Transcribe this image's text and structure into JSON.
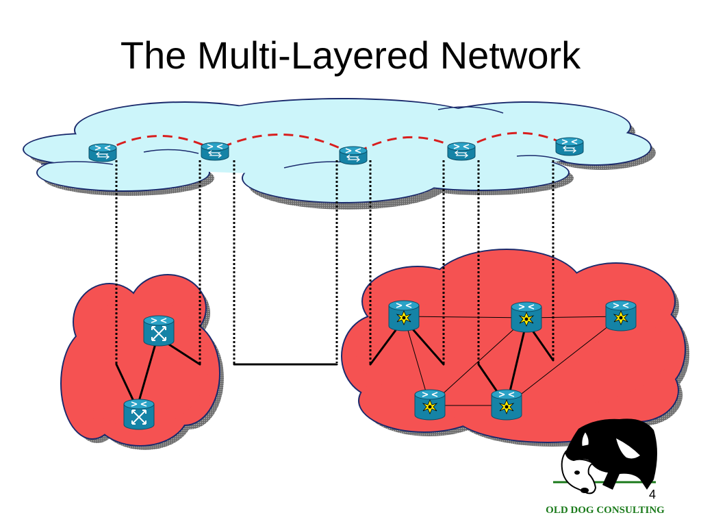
{
  "slide": {
    "title": "The Multi-Layered Network",
    "page_number": "4",
    "brand": "OLD DOG CONSULTING"
  },
  "colors": {
    "top_cloud_fill": "#ccf5fa",
    "cloud_outline": "#1a2a6c",
    "red_cloud_fill": "#f55252",
    "shadow": "#8c8c8c",
    "dashed_path": "#d81e1e",
    "router_blue": "#1583a6",
    "router_top": "#2ba2c6",
    "star": "#ffee00",
    "logo_green": "#1a7a1a"
  },
  "icons": {
    "router": "router-icon",
    "switch": "switch-icon",
    "optical_switch": "optical-switch-icon",
    "dog": "sheepdog-logo"
  }
}
